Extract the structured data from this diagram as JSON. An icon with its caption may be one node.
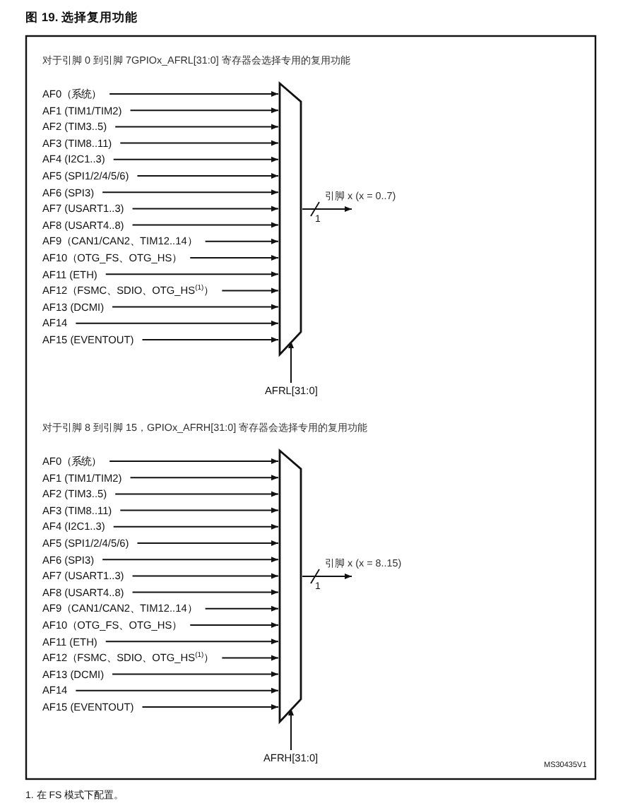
{
  "diagram": {
    "title": "图 19. 选择复用功能",
    "caption": "1. 在 FS 模式下配置。",
    "nodes": [
      {
        "text": [
          "AF0（系统）"
        ]
      },
      {
        "text": [
          "AF1 (TIM1/TIM2)"
        ]
      },
      {
        "text": [
          "AF2 (TIM3..5)"
        ]
      },
      {
        "text": [
          "AF3 (TIM8..11)"
        ]
      },
      {
        "text": [
          "AF4 (I2C1..3)"
        ]
      },
      {
        "text": [
          "AF5 (SPI1/2/4/5/6)"
        ]
      },
      {
        "text": [
          "AF6 (SPI3)"
        ]
      },
      {
        "text": [
          "AF7 (USART1..3)"
        ]
      },
      {
        "text": [
          "AF8 (USART4..8)"
        ]
      },
      {
        "text": [
          "AF9（CAN1/CAN2、TIM12..14）"
        ]
      },
      {
        "text": [
          "AF10（OTG_FS、OTG_HS）"
        ]
      },
      {
        "text": [
          "AF11 (ETH)"
        ]
      },
      {
        "text": [
          "AF12（FSMC、SDIO、OTG_HS$^{(1)}$）"
        ]
      },
      {
        "text": [
          "AF13 (DCMI)"
        ]
      },
      {
        "text": [
          "AF14"
        ]
      },
      {
        "text": [
          "AF15 (EVENTOUT)"
        ]
      },
      {
        "text": [],
        "shape": "trapezoid"
      },
      {
        "text": [
          "AFRL[31:0]"
        ]
      },
      {
        "text": [
          "AF0（系统）"
        ]
      },
      {
        "text": [
          "AF1 (TIM1/TIM2)"
        ]
      },
      {
        "text": [
          "AF2 (TIM3..5)"
        ]
      },
      {
        "text": [
          "AF3 (TIM8..11)"
        ]
      },
      {
        "text": [
          "AF4 (I2C1..3)"
        ]
      },
      {
        "text": [
          "AF5 (SPI1/2/4/5/6)"
        ]
      },
      {
        "text": [
          "AF6 (SPI3)"
        ]
      },
      {
        "text": [
          "AF7 (USART1..3)"
        ]
      },
      {
        "text": [
          "AF8 (USART4..8)"
        ]
      },
      {
        "text": [
          "AF9（CAN1/CAN2、TIM12..14）"
        ]
      },
      {
        "text": [
          "AF10（OTG_FS、OTG_HS）"
        ]
      },
      {
        "text": [
          "AF11 (ETH)"
        ]
      },
      {
        "text": [
          "AF12（FSMC、SDIO、OTG_HS$^{(1)}$）"
        ]
      },
      {
        "text": [
          "AF13 (DCMI)"
        ]
      },
      {
        "text": [
          "AF14"
        ]
      },
      {
        "text": [
          "AF15 (EVENTOUT)"
        ]
      },
      {
        "text": [],
        "shape": "trapezoid"
      },
      {
        "text": [
          "AFRH[31:0]"
        ]
      }
    ],
    "edges": [
      {
        "from": 0,
        "to": 16,
        "arrow": "to"
      },
      {
        "from": 1,
        "to": 16,
        "arrow": "to"
      },
      {
        "from": 2,
        "to": 16,
        "arrow": "to"
      },
      {
        "from": 3,
        "to": 16,
        "arrow": "to"
      },
      {
        "from": 4,
        "to": 16,
        "arrow": "to"
      },
      {
        "from": 5,
        "to": 16,
        "arrow": "to"
      },
      {
        "from": 6,
        "to": 16,
        "arrow": "to"
      },
      {
        "from": 7,
        "to": 16,
        "arrow": "to"
      },
      {
        "from": 8,
        "to": 16,
        "arrow": "to"
      },
      {
        "from": 9,
        "to": 16,
        "arrow": "to"
      },
      {
        "from": 10,
        "to": 16,
        "arrow": "to"
      },
      {
        "from": 11,
        "to": 16,
        "arrow": "to"
      },
      {
        "from": 12,
        "to": 16,
        "arrow": "to"
      },
      {
        "from": 13,
        "to": 16,
        "arrow": "to"
      },
      {
        "from": 14,
        "to": 16,
        "arrow": "to"
      },
      {
        "from": 15,
        "to": 16,
        "arrow": "to"
      },
      {
        "from": 17,
        "to": 16,
        "arrow": "to"
      },
      {
        "from": 16,
        "to": null,
        "arrow": "to",
        "label": "引脚 x (x = 0..7)"
      },
      {
        "from": 18,
        "to": 34,
        "arrow": "to"
      },
      {
        "from": 19,
        "to": 34,
        "arrow": "to"
      },
      {
        "from": 20,
        "to": 34,
        "arrow": "to"
      },
      {
        "from": 21,
        "to": 34,
        "arrow": "to"
      },
      {
        "from": 22,
        "to": 34,
        "arrow": "to"
      },
      {
        "from": 23,
        "to": 34,
        "arrow": "to"
      },
      {
        "from": 24,
        "to": 34,
        "arrow": "to"
      },
      {
        "from": 25,
        "to": 34,
        "arrow": "to"
      },
      {
        "from": 26,
        "to": 34,
        "arrow": "to"
      },
      {
        "from": 27,
        "to": 34,
        "arrow": "to"
      },
      {
        "from": 28,
        "to": 34,
        "arrow": "to"
      },
      {
        "from": 29,
        "to": 34,
        "arrow": "to"
      },
      {
        "from": 30,
        "to": 34,
        "arrow": "to"
      },
      {
        "from": 31,
        "to": 34,
        "arrow": "to"
      },
      {
        "from": 32,
        "to": 34,
        "arrow": "to"
      },
      {
        "from": 33,
        "to": 34,
        "arrow": "to"
      },
      {
        "from": 35,
        "to": 34,
        "arrow": "to"
      },
      {
        "from": 34,
        "to": null,
        "arrow": "to",
        "label": "引脚 x (x = 8..15)"
      }
    ],
    "labels": [
      "对于引脚 0 到引脚 7GPIOx_AFRL[31:0] 寄存器会选择专用的复用功能",
      "1",
      "对于引脚 8 到引脚 15，GPIOx_AFRH[31:0] 寄存器会选择专用的复用功能",
      "1",
      "MS30435V1"
    ]
  }
}
